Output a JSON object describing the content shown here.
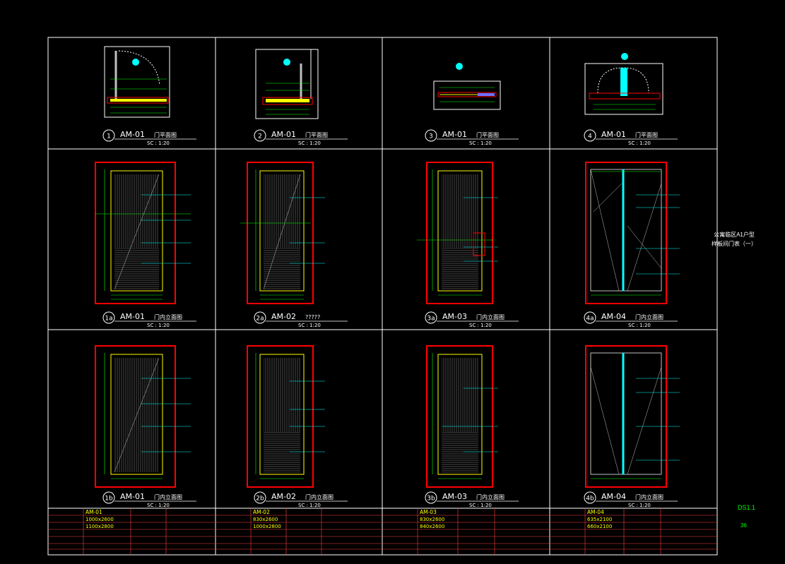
{
  "sheet": {
    "title_line1": "公寓临区A1户型",
    "title_line2": "样板间门表（一）",
    "number": "DS1.1",
    "page": "36"
  },
  "plan_labels": [
    {
      "num": "1",
      "code": "AM-01",
      "name": "门平面图",
      "scale": "SC :   1:20"
    },
    {
      "num": "2",
      "code": "AM-01",
      "name": "门平面图",
      "scale": "SC :   1:20"
    },
    {
      "num": "3",
      "code": "AM-01",
      "name": "门平面图",
      "scale": "SC :   1:20"
    },
    {
      "num": "4",
      "code": "AM-01",
      "name": "门平面图",
      "scale": "SC :   1:20"
    }
  ],
  "front_labels": [
    {
      "num": "1a",
      "code": "AM-01",
      "name": "门内立面图",
      "scale": "SC :   1:20"
    },
    {
      "num": "2a",
      "code": "AM-02",
      "name": "?????",
      "scale": "SC :   1:20"
    },
    {
      "num": "3a",
      "code": "AM-03",
      "name": "门内立面图",
      "scale": "SC :   1:20"
    },
    {
      "num": "4a",
      "code": "AM-04",
      "name": "门内立面图",
      "scale": "SC :   1:20"
    }
  ],
  "back_labels": [
    {
      "num": "1b",
      "code": "AM-01",
      "name": "门内立面图",
      "scale": "SC :   1:20"
    },
    {
      "num": "2b",
      "code": "AM-02",
      "name": "门内立面图",
      "scale": "SC :   1:20"
    },
    {
      "num": "3b",
      "code": "AM-03",
      "name": "门内立面图",
      "scale": "SC :   1:20"
    },
    {
      "num": "4b",
      "code": "AM-04",
      "name": "门内立面图",
      "scale": "SC :   1:20"
    }
  ],
  "schedule": [
    {
      "code": "AM-01",
      "size1": "1000x2600",
      "size2": "1100x2800"
    },
    {
      "code": "AM-02",
      "size1": "830x2600",
      "size2": "1000x2800"
    },
    {
      "code": "AM-03",
      "size1": "830x2600",
      "size2": "840x2600"
    },
    {
      "code": "AM-04",
      "size1": "635x2100",
      "size2": "660x2100"
    }
  ],
  "colors": {
    "frame": "#ffffff",
    "wall": "#ff0000",
    "door": "#ffff00",
    "dim": "#00ff00",
    "tag": "#00ffff",
    "hatch": "#a0a0a0"
  }
}
